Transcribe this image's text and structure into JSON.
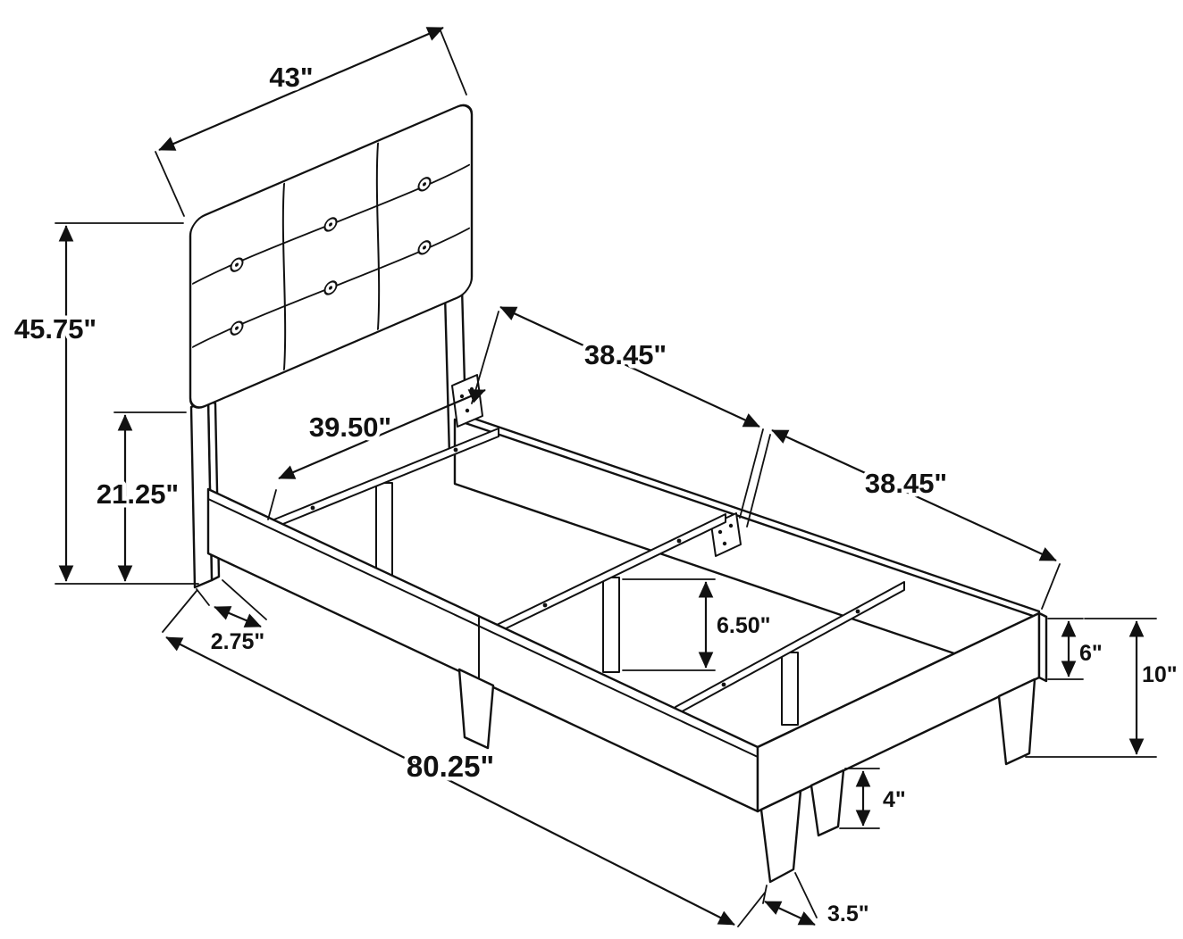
{
  "diagram": {
    "subject": "Tufted headboard twin bed frame - dimensioned assembly drawing",
    "units": "inches",
    "line_color": "#111111",
    "background_color": "#ffffff",
    "dimensions": {
      "headboard_width": "43\"",
      "headboard_total_height": "45.75\"",
      "headboard_leg_section_height": "21.25\"",
      "headboard_leg_depth": "2.75\"",
      "headboard_to_first_slat": "39.50\"",
      "side_rail_segment_front": "38.45\"",
      "side_rail_segment_rear": "38.45\"",
      "center_leg_height": "6.50\"",
      "footboard_rail_height": "6\"",
      "footboard_total_height": "10\"",
      "overall_length": "80.25\"",
      "foot_leg_height": "4\"",
      "foot_leg_width": "3.5\""
    }
  }
}
